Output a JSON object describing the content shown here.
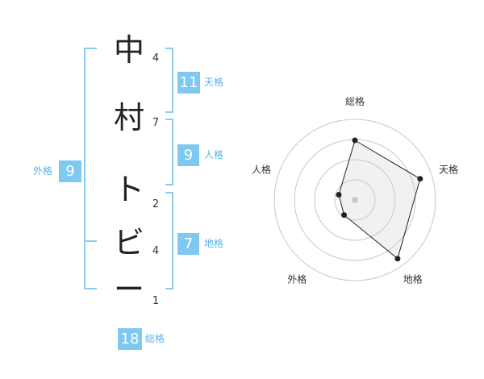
{
  "name": {
    "characters": [
      "中",
      "村",
      "ト",
      "ビ",
      "ー"
    ],
    "strokes": [
      "4",
      "7",
      "2",
      "4",
      "1"
    ]
  },
  "fortunes": {
    "tenkaku": {
      "label": "天格",
      "value": "11"
    },
    "jinkaku": {
      "label": "人格",
      "value": "9"
    },
    "chikaku": {
      "label": "地格",
      "value": "7"
    },
    "gaikaku": {
      "label": "外格",
      "value": "9"
    },
    "soukaku": {
      "label": "総格",
      "value": "18"
    }
  },
  "colors": {
    "accent": "#7fc8f0",
    "label": "#5bb4e6",
    "bracket": "#8ecdf2"
  },
  "chart_data": {
    "type": "radar",
    "axes": [
      "総格",
      "天格",
      "地格",
      "外格",
      "人格"
    ],
    "values": [
      0.74,
      0.85,
      0.9,
      0.23,
      0.21
    ],
    "rings": 4
  }
}
